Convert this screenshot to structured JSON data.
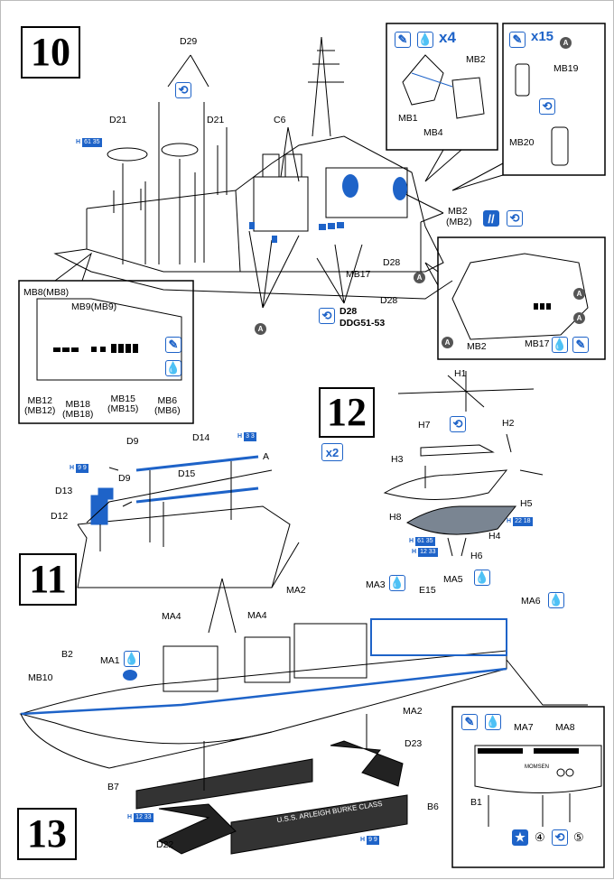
{
  "steps": {
    "s10": "10",
    "s11": "11",
    "s12": "12",
    "s13": "13"
  },
  "step10": {
    "parts": [
      "D29",
      "D21",
      "D21",
      "C6",
      "MB2",
      "(MB2)",
      "MB17",
      "D28",
      "D28",
      "D28",
      "DDG51-53"
    ],
    "inset_mb": {
      "multiplier": "x4",
      "labels": [
        "MB1",
        "MB2",
        "MB4"
      ]
    },
    "inset_mb19": {
      "multiplier": "x15",
      "labels": [
        "MB19",
        "MB20"
      ]
    },
    "inset_left": [
      "MB8(MB8)",
      "MB9(MB9)",
      "MB12",
      "(MB12)",
      "MB18",
      "(MB18)",
      "MB15",
      "(MB15)",
      "MB6",
      "(MB6)"
    ],
    "inset_right": [
      "MB2",
      "MB17"
    ],
    "color_tag": {
      "h": "H",
      "code": "61 35"
    }
  },
  "step11": {
    "parts": [
      "D9",
      "D14",
      "D9",
      "D15",
      "D13",
      "D12",
      "A"
    ],
    "tags": [
      {
        "h": "H",
        "code": "9 9"
      },
      {
        "h": "H",
        "code": "3 3"
      }
    ]
  },
  "step12": {
    "multiplier": "x2",
    "parts": [
      "H1",
      "H7",
      "H2",
      "H3",
      "H5",
      "H8",
      "H4",
      "H6"
    ],
    "tags": [
      {
        "h": "H",
        "code": "22 18"
      },
      {
        "h": "H",
        "code": "61 35"
      },
      {
        "h": "H",
        "code": "12 33"
      }
    ]
  },
  "step13": {
    "parts": [
      "MA2",
      "MA3",
      "E15",
      "MA5",
      "MA6",
      "MA4",
      "MA4",
      "B2",
      "MA1",
      "MB10",
      "MA2",
      "D23",
      "B7",
      "B6",
      "D22"
    ],
    "stand_label": "U.S.S. ARLEIGH BURKE CLASS",
    "tags": [
      {
        "h": "H",
        "code": "12 33"
      },
      {
        "h": "H",
        "code": "9 9"
      }
    ],
    "inset": {
      "labels": [
        "MA7",
        "MA8",
        "B1"
      ],
      "ship_name": "MOMSEN",
      "decals": [
        "④",
        "⑤"
      ]
    }
  },
  "marker": "A",
  "colors": {
    "accent": "#1e63c8",
    "ink": "#000000",
    "paper": "#ffffff"
  }
}
